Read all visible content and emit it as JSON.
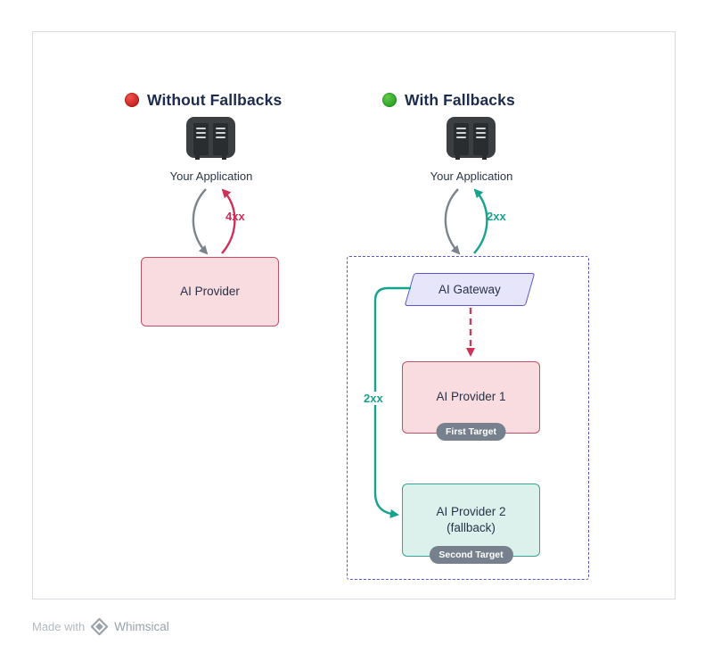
{
  "without": {
    "title": "Without Fallbacks",
    "app_label": "Your Application",
    "response_code": "4xx",
    "provider_label": "AI Provider"
  },
  "with": {
    "title": "With Fallbacks",
    "app_label": "Your Application",
    "response_code": "2xx",
    "gateway_label": "AI Gateway",
    "fallback_code": "2xx",
    "provider1_label": "AI Provider 1",
    "provider1_badge": "First Target",
    "provider2_label_line1": "AI Provider 2",
    "provider2_label_line2": "(fallback)",
    "provider2_badge": "Second Target"
  },
  "footer": {
    "made_with": "Made with",
    "brand": "Whimsical"
  },
  "colors": {
    "error_red": "#cf3058",
    "success_teal": "#17a28e",
    "indigo_dashed": "#5a57c9",
    "status_red": "#d8262c",
    "status_green": "#3eb53a",
    "pink_fill": "#f8dce0",
    "pink_border": "#c05064",
    "teal_fill": "#ddf1ec",
    "teal_border": "#37a395",
    "navy_text": "#1d2b4c",
    "badge_gray": "#76818d"
  }
}
